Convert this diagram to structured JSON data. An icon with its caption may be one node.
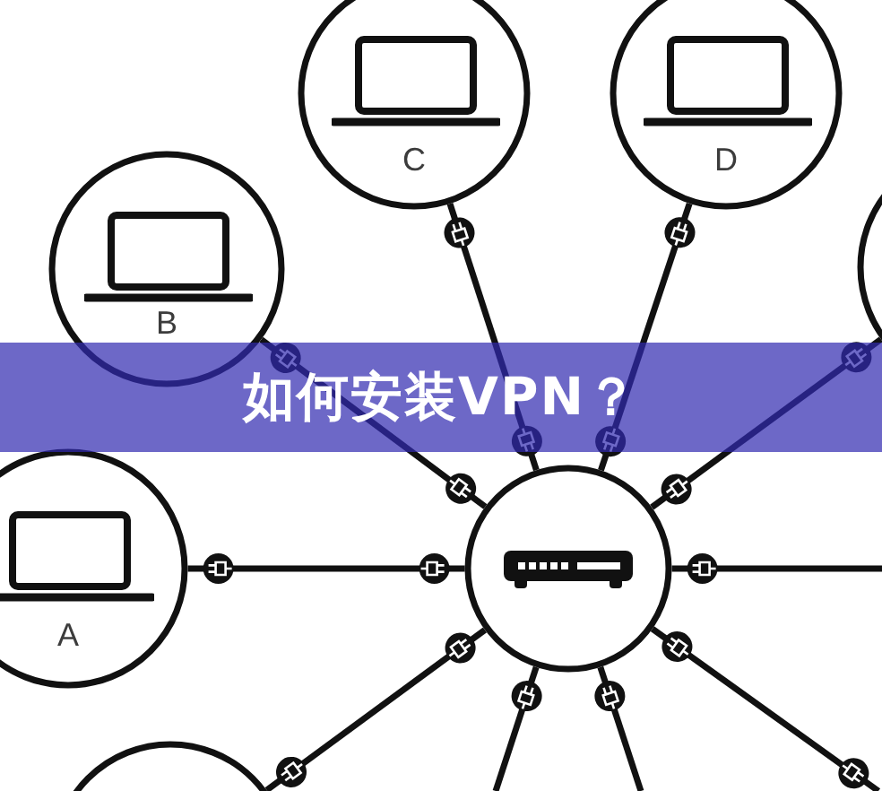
{
  "diagram": {
    "title": "如何安装VPN？",
    "nodes": [
      {
        "text": [
          "C"
        ]
      },
      {
        "text": [
          "D"
        ]
      },
      {
        "text": [
          "B"
        ]
      },
      {
        "text": [],
        "shape": "circle"
      },
      {
        "text": [
          "A"
        ]
      },
      {
        "text": [],
        "shape": "circle"
      },
      {
        "text": [],
        "shape": "circle"
      }
    ],
    "edges": [
      {
        "from": 0,
        "to": 5,
        "arrow": "other"
      },
      {
        "from": 1,
        "to": 5,
        "arrow": "other"
      },
      {
        "from": 2,
        "to": 5,
        "arrow": "other"
      },
      {
        "from": 3,
        "to": 5,
        "arrow": "other"
      },
      {
        "from": 4,
        "to": 5,
        "arrow": "other"
      },
      {
        "from": 5,
        "to": null,
        "arrow": "other"
      },
      {
        "from": 6,
        "to": 5,
        "arrow": "other"
      },
      {
        "from": 5,
        "to": null,
        "arrow": "other"
      },
      {
        "from": 5,
        "to": null,
        "arrow": "other"
      },
      {
        "from": 5,
        "to": null,
        "arrow": "other"
      }
    ]
  }
}
